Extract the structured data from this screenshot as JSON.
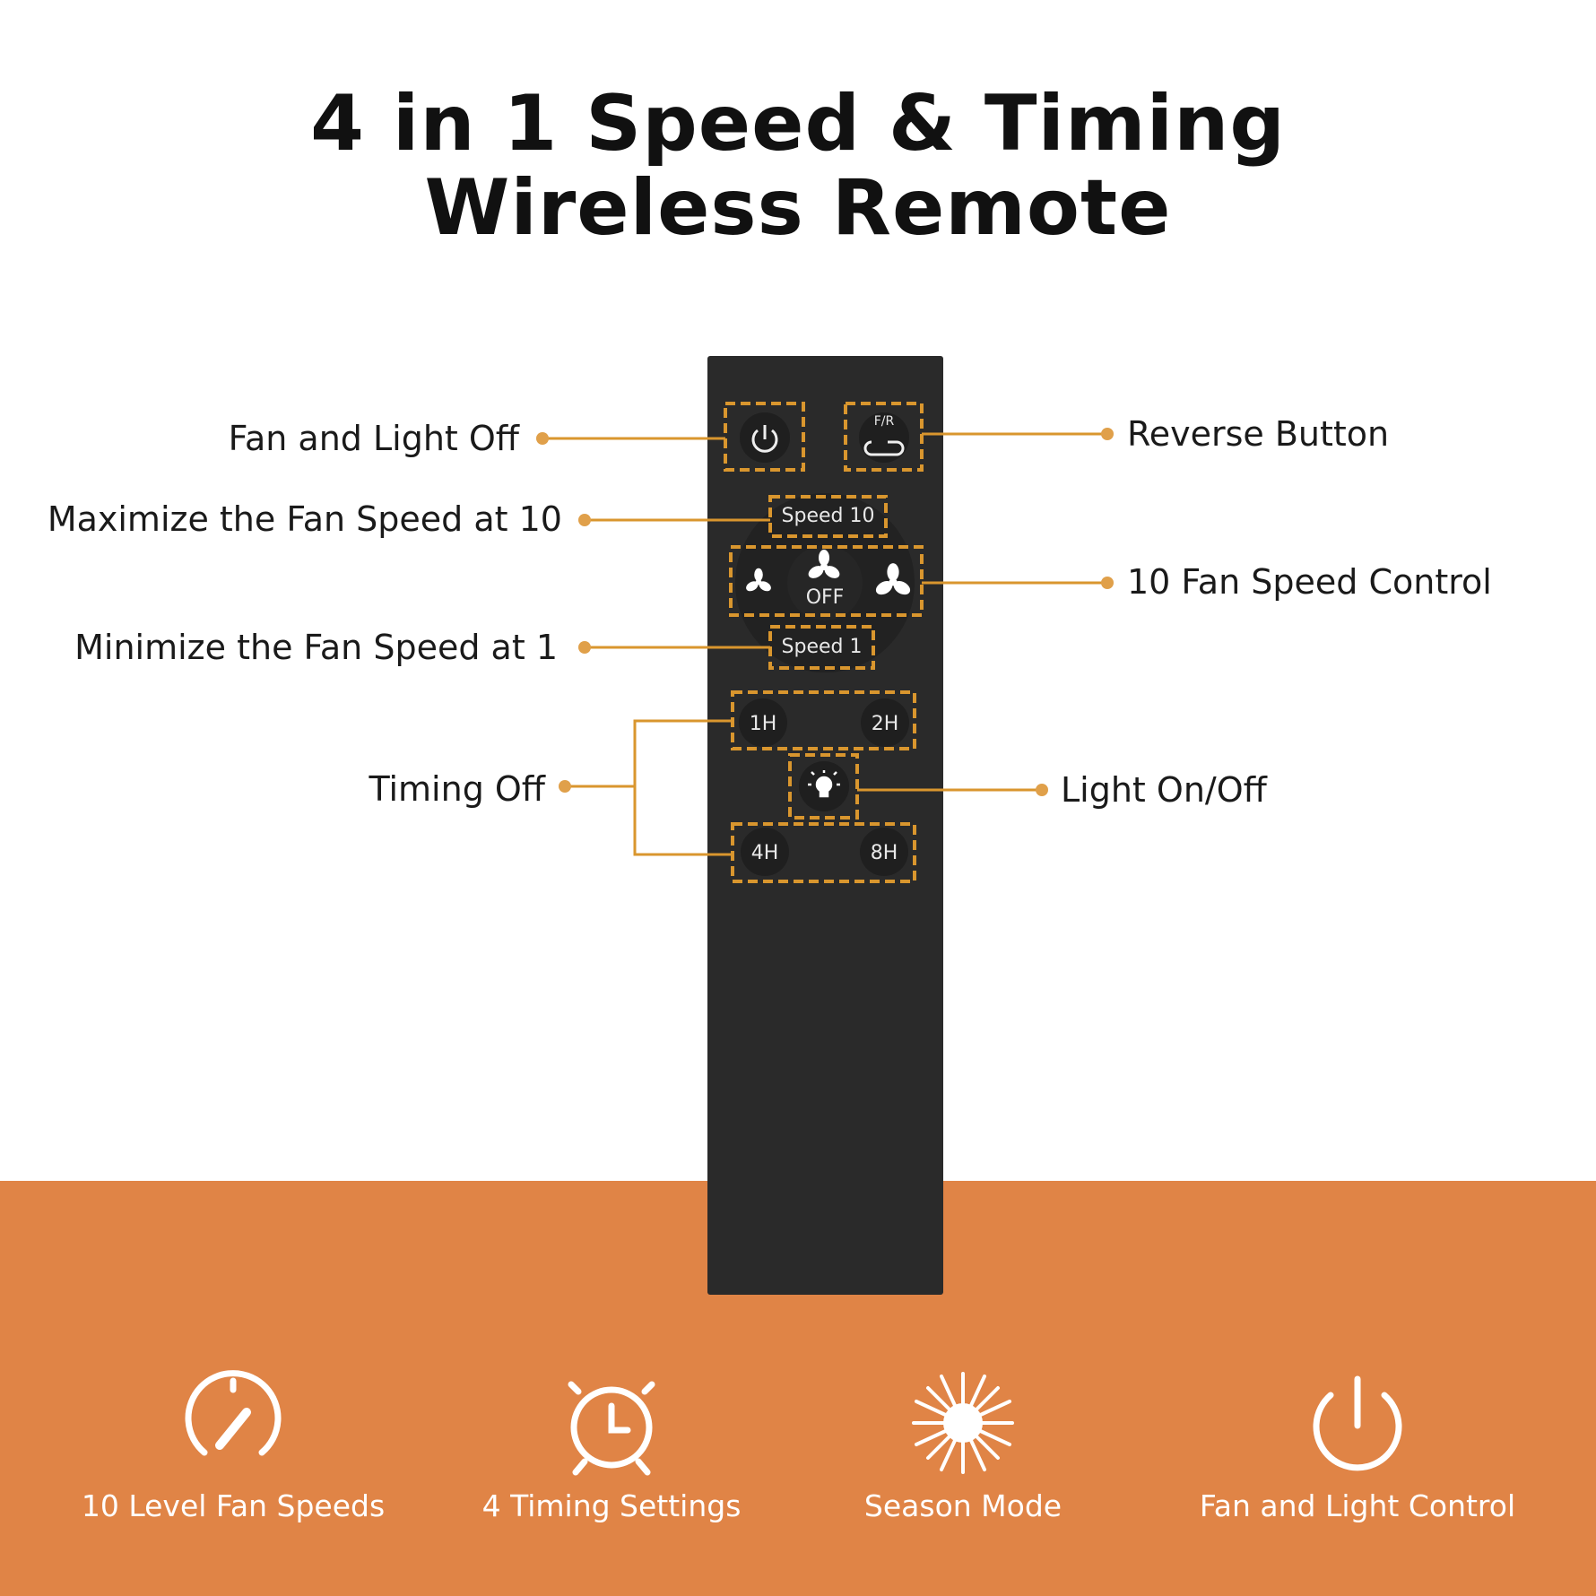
{
  "title": {
    "line1": "4 in 1 Speed & Timing",
    "line2": "Wireless Remote"
  },
  "colors": {
    "accent": "#e08446",
    "remote": "#2a2a2a",
    "callout": "#d9962e"
  },
  "callouts": {
    "power": "Fan and Light Off",
    "reverse": "Reverse Button",
    "speed_max": "Maximize the Fan Speed at 10",
    "fan_speed": "10 Fan Speed Control",
    "speed_min": "Minimize the Fan Speed at 1",
    "timing": "Timing Off",
    "light": "Light On/Off"
  },
  "remote_buttons": {
    "fr": "F/R",
    "speed10": "Speed 10",
    "off": "OFF",
    "speed1": "Speed 1",
    "h1": "1H",
    "h2": "2H",
    "h4": "4H",
    "h8": "8H"
  },
  "features": [
    {
      "label": "10  Level Fan Speeds",
      "icon": "speedometer-icon"
    },
    {
      "label": "4 Timing Settings",
      "icon": "alarm-clock-icon"
    },
    {
      "label": "Season Mode",
      "icon": "sun-snowflake-icon"
    },
    {
      "label": "Fan and Light Control",
      "icon": "power-icon"
    }
  ]
}
